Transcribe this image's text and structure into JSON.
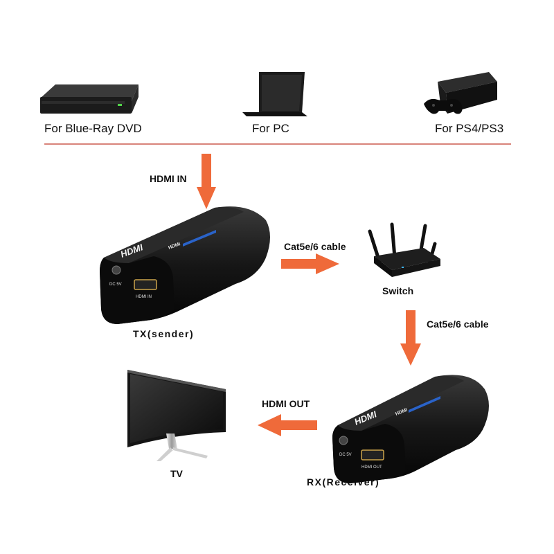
{
  "sources": [
    {
      "label": "For Blue-Ray DVD",
      "icon": "bluray-player-icon"
    },
    {
      "label": "For PC",
      "icon": "laptop-icon"
    },
    {
      "label": "For PS4/PS3",
      "icon": "game-console-icon"
    }
  ],
  "arrows": {
    "hdmi_in": "HDMI IN",
    "cable_to_switch": "Cat5e/6 cable",
    "cable_from_switch": "Cat5e/6 cable",
    "hdmi_out": "HDMI  OUT"
  },
  "devices": {
    "tx": {
      "caption": "TX(sender)",
      "logo": "HDMI",
      "brand": "HDMI",
      "port_power": "DC 5V",
      "port_hdmi": "HDMI IN"
    },
    "rx": {
      "caption": "RX(Receiver)",
      "logo": "HDMI",
      "brand": "HDMI",
      "port_power": "DC 5V",
      "port_hdmi": "HDMI OUT"
    },
    "switch": {
      "caption": "Switch"
    },
    "tv": {
      "caption": "TV"
    }
  },
  "colors": {
    "arrow": "#ef6a3a",
    "divider": "#c0392b",
    "device_body": "#141414",
    "accent_blue": "#2a63c9"
  }
}
